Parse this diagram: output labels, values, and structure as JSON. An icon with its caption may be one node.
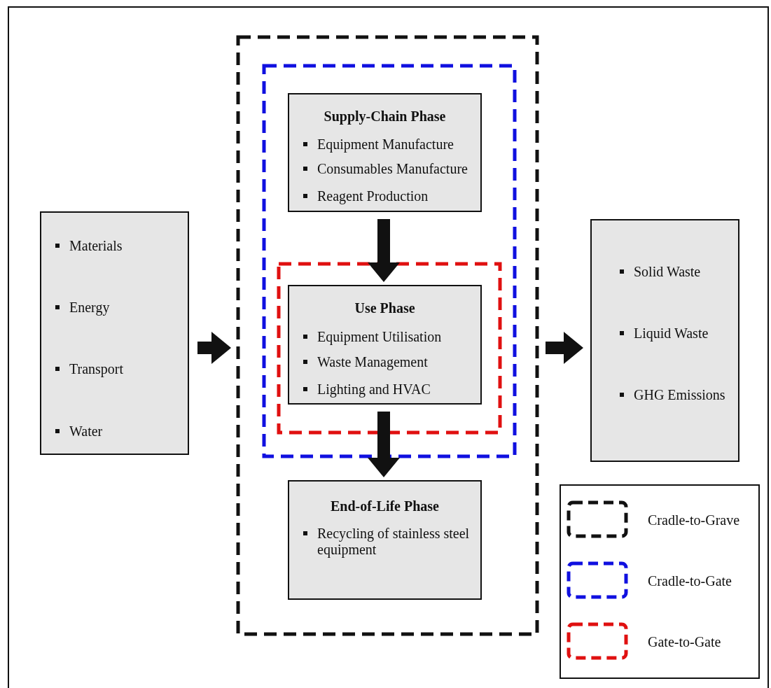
{
  "diagram": {
    "nodes": [
      {
        "text": [
          "Materials",
          "Energy",
          "Transport",
          "Water"
        ]
      },
      {
        "text": [],
        "shape": "box"
      },
      {
        "text": [],
        "shape": "box",
        "in": 1
      },
      {
        "text": [
          "Supply-Chain Phase",
          "Equipment Manufacture",
          "Consumables Manufacture",
          "Reagent Production"
        ],
        "in": 2
      },
      {
        "text": [],
        "shape": "box",
        "in": 2
      },
      {
        "text": [
          "Use Phase",
          "Equipment Utilisation",
          "Waste Management",
          "Lighting and HVAC"
        ],
        "in": 4
      },
      {
        "text": [
          "End-of-Life Phase",
          "Recycling of stainless steel equipment"
        ],
        "in": 1
      },
      {
        "text": [
          "Solid Waste",
          "Liquid Waste",
          "GHG Emissions"
        ]
      },
      {
        "text": [],
        "shape": "box"
      },
      {
        "text": [],
        "shape": "box"
      },
      {
        "text": [],
        "shape": "box"
      }
    ],
    "edges": [
      {
        "from": 0,
        "to": 1,
        "arrow": "to"
      },
      {
        "from": 3,
        "to": 5,
        "arrow": "to"
      },
      {
        "from": 5,
        "to": 6,
        "arrow": "to"
      },
      {
        "from": 1,
        "to": 7,
        "arrow": "to"
      }
    ],
    "legend": [
      {
        "text": "Cradle-to-Grave"
      },
      {
        "text": "Cradle-to-Gate"
      },
      {
        "text": "Gate-to-Gate"
      }
    ]
  }
}
